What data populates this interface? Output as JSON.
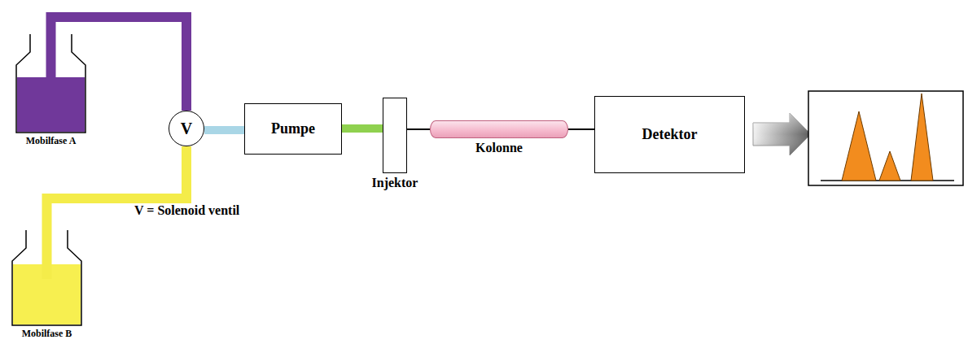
{
  "diagram": {
    "nodes": [
      {
        "text": [
          "Mobilfase A"
        ]
      },
      {
        "text": [
          "Mobilfase B"
        ]
      },
      {
        "text": [
          "V"
        ]
      },
      {
        "text": [
          "Pumpe"
        ]
      },
      {
        "text": [
          "Injektor"
        ]
      },
      {
        "text": [
          "Kolonne"
        ]
      },
      {
        "text": [
          "Detektor"
        ]
      }
    ],
    "edges": [
      {
        "from": 0,
        "to": 2,
        "arrow": "none"
      },
      {
        "from": 1,
        "to": 2,
        "arrow": "none"
      },
      {
        "from": 2,
        "to": 3,
        "arrow": "none"
      },
      {
        "from": 3,
        "to": 4,
        "arrow": "none"
      },
      {
        "from": 4,
        "to": 5,
        "arrow": "none"
      },
      {
        "from": 5,
        "to": 6,
        "arrow": "none"
      }
    ],
    "labels": [
      "V = Solenoid ventil"
    ]
  }
}
